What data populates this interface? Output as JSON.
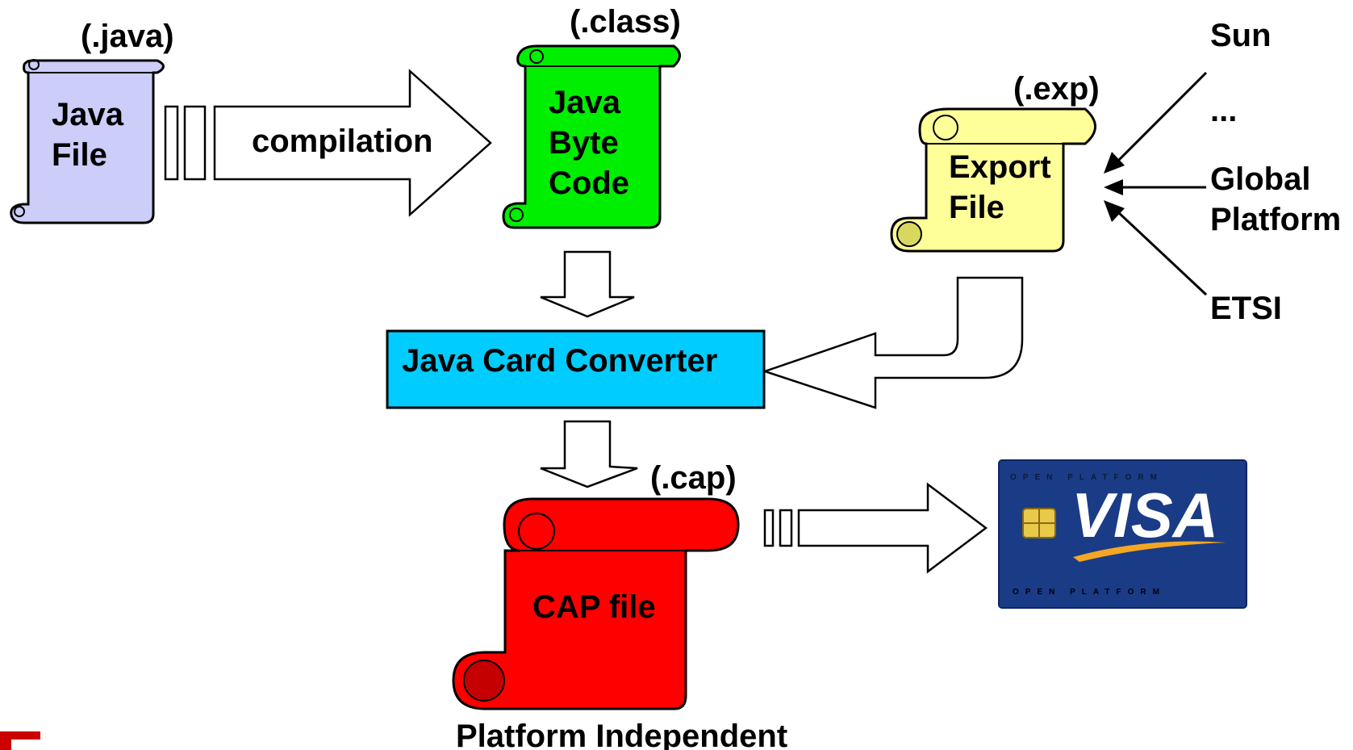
{
  "java_file": {
    "ext": "(.java)",
    "line1": "Java",
    "line2": "File",
    "color": "#cccdf9"
  },
  "compilation_label": "compilation",
  "byte_code": {
    "ext": "(.class)",
    "line1": "Java",
    "line2": "Byte",
    "line3": "Code",
    "color": "#00ff00"
  },
  "export_file": {
    "ext": "(.exp)",
    "line1": "Export",
    "line2": "File",
    "color": "#ffff99"
  },
  "sources": [
    "Sun",
    "...",
    "Global",
    "Platform",
    "ETSI"
  ],
  "converter": {
    "label": "Java Card  Converter",
    "color": "#00ccff"
  },
  "cap_file": {
    "ext": "(.cap)",
    "label": "CAP file",
    "color": "#ff0000"
  },
  "footer": "Platform  Independent",
  "card": {
    "brand": "VISA",
    "band_top": "OPEN    PLATFORM",
    "band_bottom": "OPEN    PLATFORM",
    "color": "#1a3c86"
  }
}
